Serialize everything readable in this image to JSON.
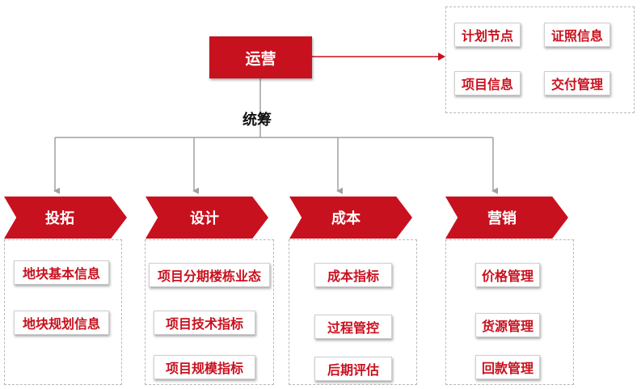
{
  "top": {
    "main": "运营",
    "coordination": "统筹",
    "items": [
      "计划节点",
      "证照信息",
      "项目信息",
      "交付管理"
    ]
  },
  "departments": [
    {
      "label": "投拓",
      "items": [
        "地块基本信息",
        "地块规划信息"
      ]
    },
    {
      "label": "设计",
      "items": [
        "项目分期楼栋业态",
        "项目技术指标",
        "项目规模指标"
      ]
    },
    {
      "label": "成本",
      "items": [
        "成本指标",
        "过程管控",
        "后期评估"
      ]
    },
    {
      "label": "营销",
      "items": [
        "价格管理",
        "货源管理",
        "回款管理"
      ]
    }
  ],
  "colors": {
    "accent": "#c8111e",
    "connector": "#a0a0a0",
    "dashed_border": "#b8b8b8"
  }
}
